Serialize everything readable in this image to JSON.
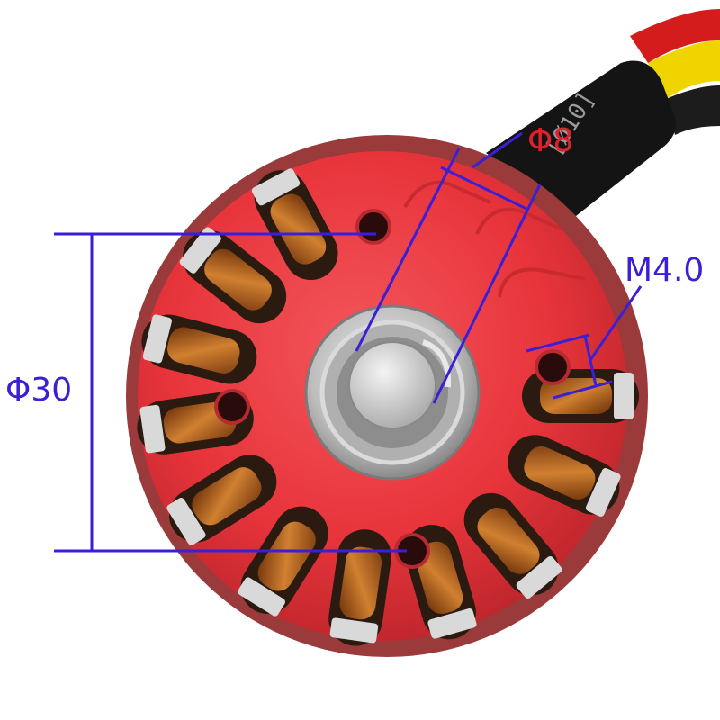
{
  "dimensions": {
    "bolt_circle": {
      "label": "Φ30"
    },
    "shaft": {
      "label": "Φ8"
    },
    "screw": {
      "label": "M4.0"
    }
  },
  "colors": {
    "dimension_line": "#3a1fd6",
    "shaft_label": "#e0202a",
    "label": "#3a1fd6",
    "housing_red": "#e8343b",
    "housing_rim": "#9a3a3a",
    "bearing_silver": "#c9c9c9",
    "copper": "#c06a20",
    "cable_black": "#141414",
    "wire_red": "#d51c1c",
    "wire_yellow": "#f0d400"
  },
  "icons": {
    "motor": "brushless-motor-photo",
    "cable": "cable-icon"
  }
}
